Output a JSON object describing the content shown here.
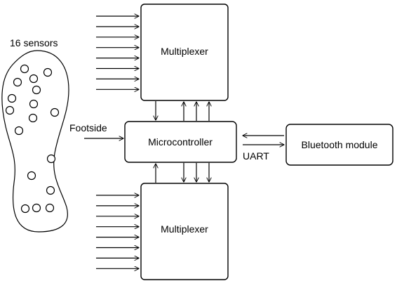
{
  "labels": {
    "sensors": "16 sensors",
    "mux_top": "Multiplexer",
    "mux_bottom": "Multiplexer",
    "microcontroller": "Microcontroller",
    "bluetooth": "Bluetooth module",
    "footside": "Footside",
    "uart": "UART"
  },
  "colors": {
    "stroke": "#000000",
    "background": "#ffffff"
  }
}
